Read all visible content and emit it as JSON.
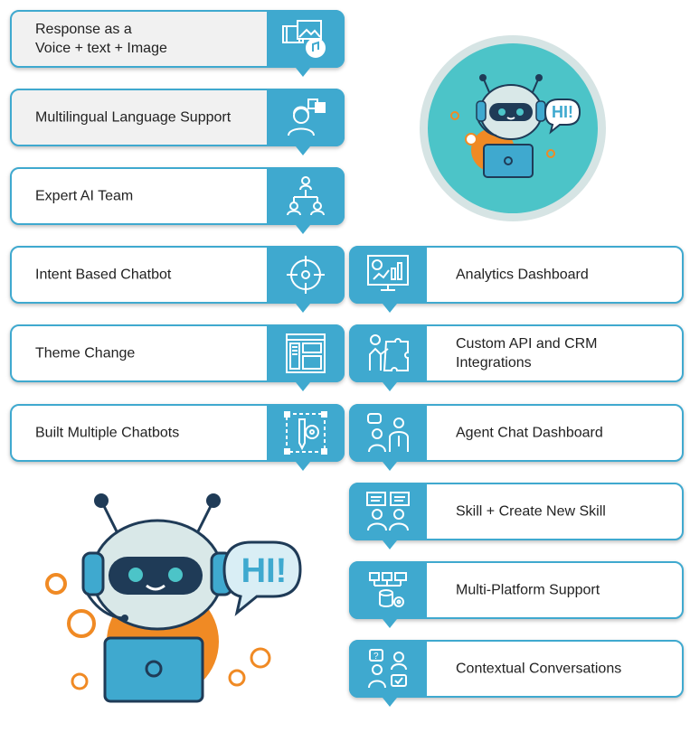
{
  "left_features": [
    {
      "label": "Response as a\nVoice + text + Image",
      "icon": "media-icon"
    },
    {
      "label": "Multilingual Language Support",
      "icon": "translator-icon"
    },
    {
      "label": "Expert AI Team",
      "icon": "org-chart-icon"
    },
    {
      "label": "Intent Based Chatbot",
      "icon": "target-icon"
    },
    {
      "label": "Theme Change",
      "icon": "layout-icon"
    },
    {
      "label": "Built Multiple Chatbots",
      "icon": "design-tool-icon"
    }
  ],
  "right_features": [
    {
      "label": "Analytics Dashboard",
      "icon": "analytics-icon"
    },
    {
      "label": "Custom API and CRM Integrations",
      "icon": "puzzle-icon"
    },
    {
      "label": "Agent Chat Dashboard",
      "icon": "agents-chat-icon"
    },
    {
      "label": "Skill + Create New Skill",
      "icon": "training-icon"
    },
    {
      "label": "Multi-Platform Support",
      "icon": "network-icon"
    },
    {
      "label": "Contextual Conversations",
      "icon": "conversation-icon"
    }
  ],
  "mascot": {
    "speech_text": "HI!"
  },
  "colors": {
    "accent": "#3fa9cf",
    "teal": "#4cc4c8",
    "orange": "#f08a24",
    "navy": "#1f3b57"
  }
}
